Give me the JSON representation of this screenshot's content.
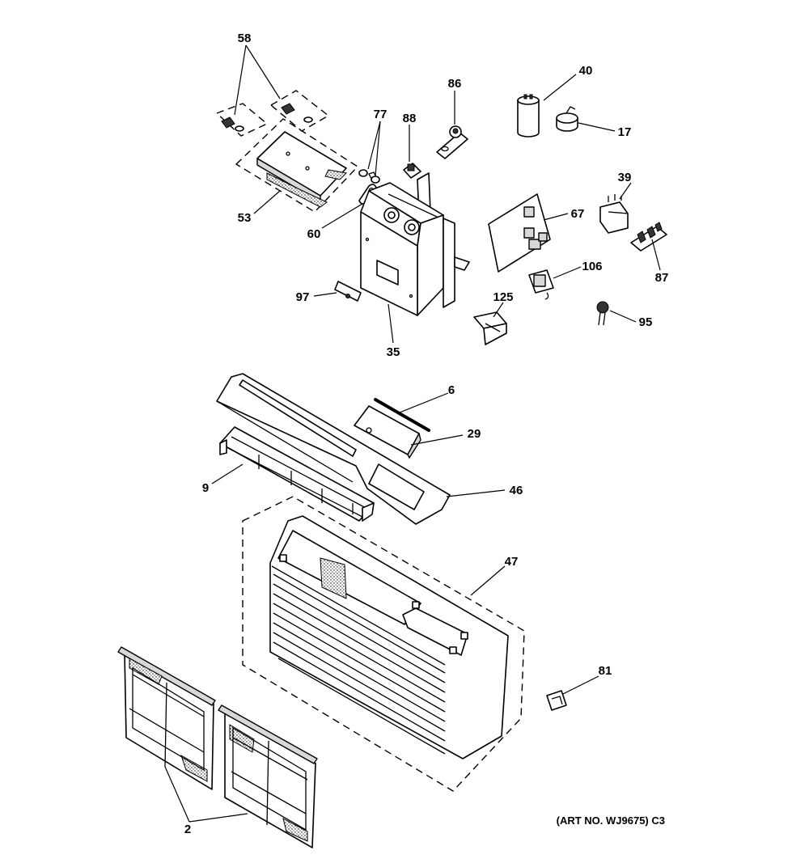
{
  "diagram": {
    "art_number": "(ART NO. WJ9675) C3",
    "callouts": {
      "c58": "58",
      "c77": "77",
      "c88": "88",
      "c86": "86",
      "c40": "40",
      "c17": "17",
      "c39": "39",
      "c67": "67",
      "c53": "53",
      "c60": "60",
      "c106": "106",
      "c87": "87",
      "c97": "97",
      "c125": "125",
      "c95": "95",
      "c35": "35",
      "c6": "6",
      "c29": "29",
      "c9": "9",
      "c46": "46",
      "c47": "47",
      "c81": "81",
      "c2": "2"
    }
  }
}
